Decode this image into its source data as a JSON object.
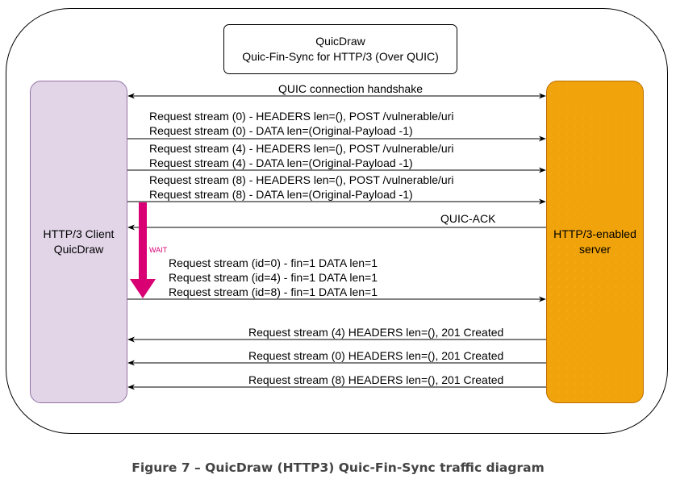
{
  "title_box": {
    "line1": "QuicDraw",
    "line2": "Quic-Fin-Sync for HTTP/3 (Over QUIC)"
  },
  "client": {
    "line1": "HTTP/3 Client",
    "line2": "QuicDraw",
    "fill": "#e1d5e7",
    "stroke": "#9673a6"
  },
  "server": {
    "line1": "HTTP/3-enabled",
    "line2": "server",
    "fill": "#f0a30a",
    "stroke": "#bd7000"
  },
  "messages": [
    {
      "id": "handshake",
      "direction": "both",
      "lines": [
        "QUIC connection handshake"
      ]
    },
    {
      "id": "req0",
      "direction": "to-server",
      "lines": [
        "Request stream (0) - HEADERS len=(), POST /vulnerable/uri",
        "Request stream (0) - DATA len=(Original-Payload -1)"
      ]
    },
    {
      "id": "req4",
      "direction": "to-server",
      "lines": [
        "Request stream (4) - HEADERS len=(), POST /vulnerable/uri",
        "Request stream (4) - DATA len=(Original-Payload -1)"
      ]
    },
    {
      "id": "req8",
      "direction": "to-server",
      "lines": [
        "Request stream (8) - HEADERS len=(), POST /vulnerable/uri",
        "Request stream (8) - DATA len=(Original-Payload -1)"
      ]
    },
    {
      "id": "ack",
      "direction": "to-client",
      "lines": [
        "QUIC-ACK"
      ]
    },
    {
      "id": "fin",
      "direction": "to-server",
      "lines": [
        "Request stream (id=0) - fin=1 DATA len=1",
        "Request stream (id=4) - fin=1 DATA len=1",
        "Request stream (id=8) - fin=1 DATA len=1"
      ]
    },
    {
      "id": "resp4",
      "direction": "to-client",
      "lines": [
        "Request stream (4) HEADERS len=(), 201 Created"
      ]
    },
    {
      "id": "resp0",
      "direction": "to-client",
      "lines": [
        "Request stream (0) HEADERS len=(), 201 Created"
      ]
    },
    {
      "id": "resp8",
      "direction": "to-client",
      "lines": [
        "Request stream (8) HEADERS len=(), 201 Created"
      ]
    }
  ],
  "wait": {
    "label": "WAIT",
    "color": "#d80073"
  },
  "caption": "Figure 7 – QuicDraw (HTTP3) Quic-Fin-Sync traffic diagram"
}
